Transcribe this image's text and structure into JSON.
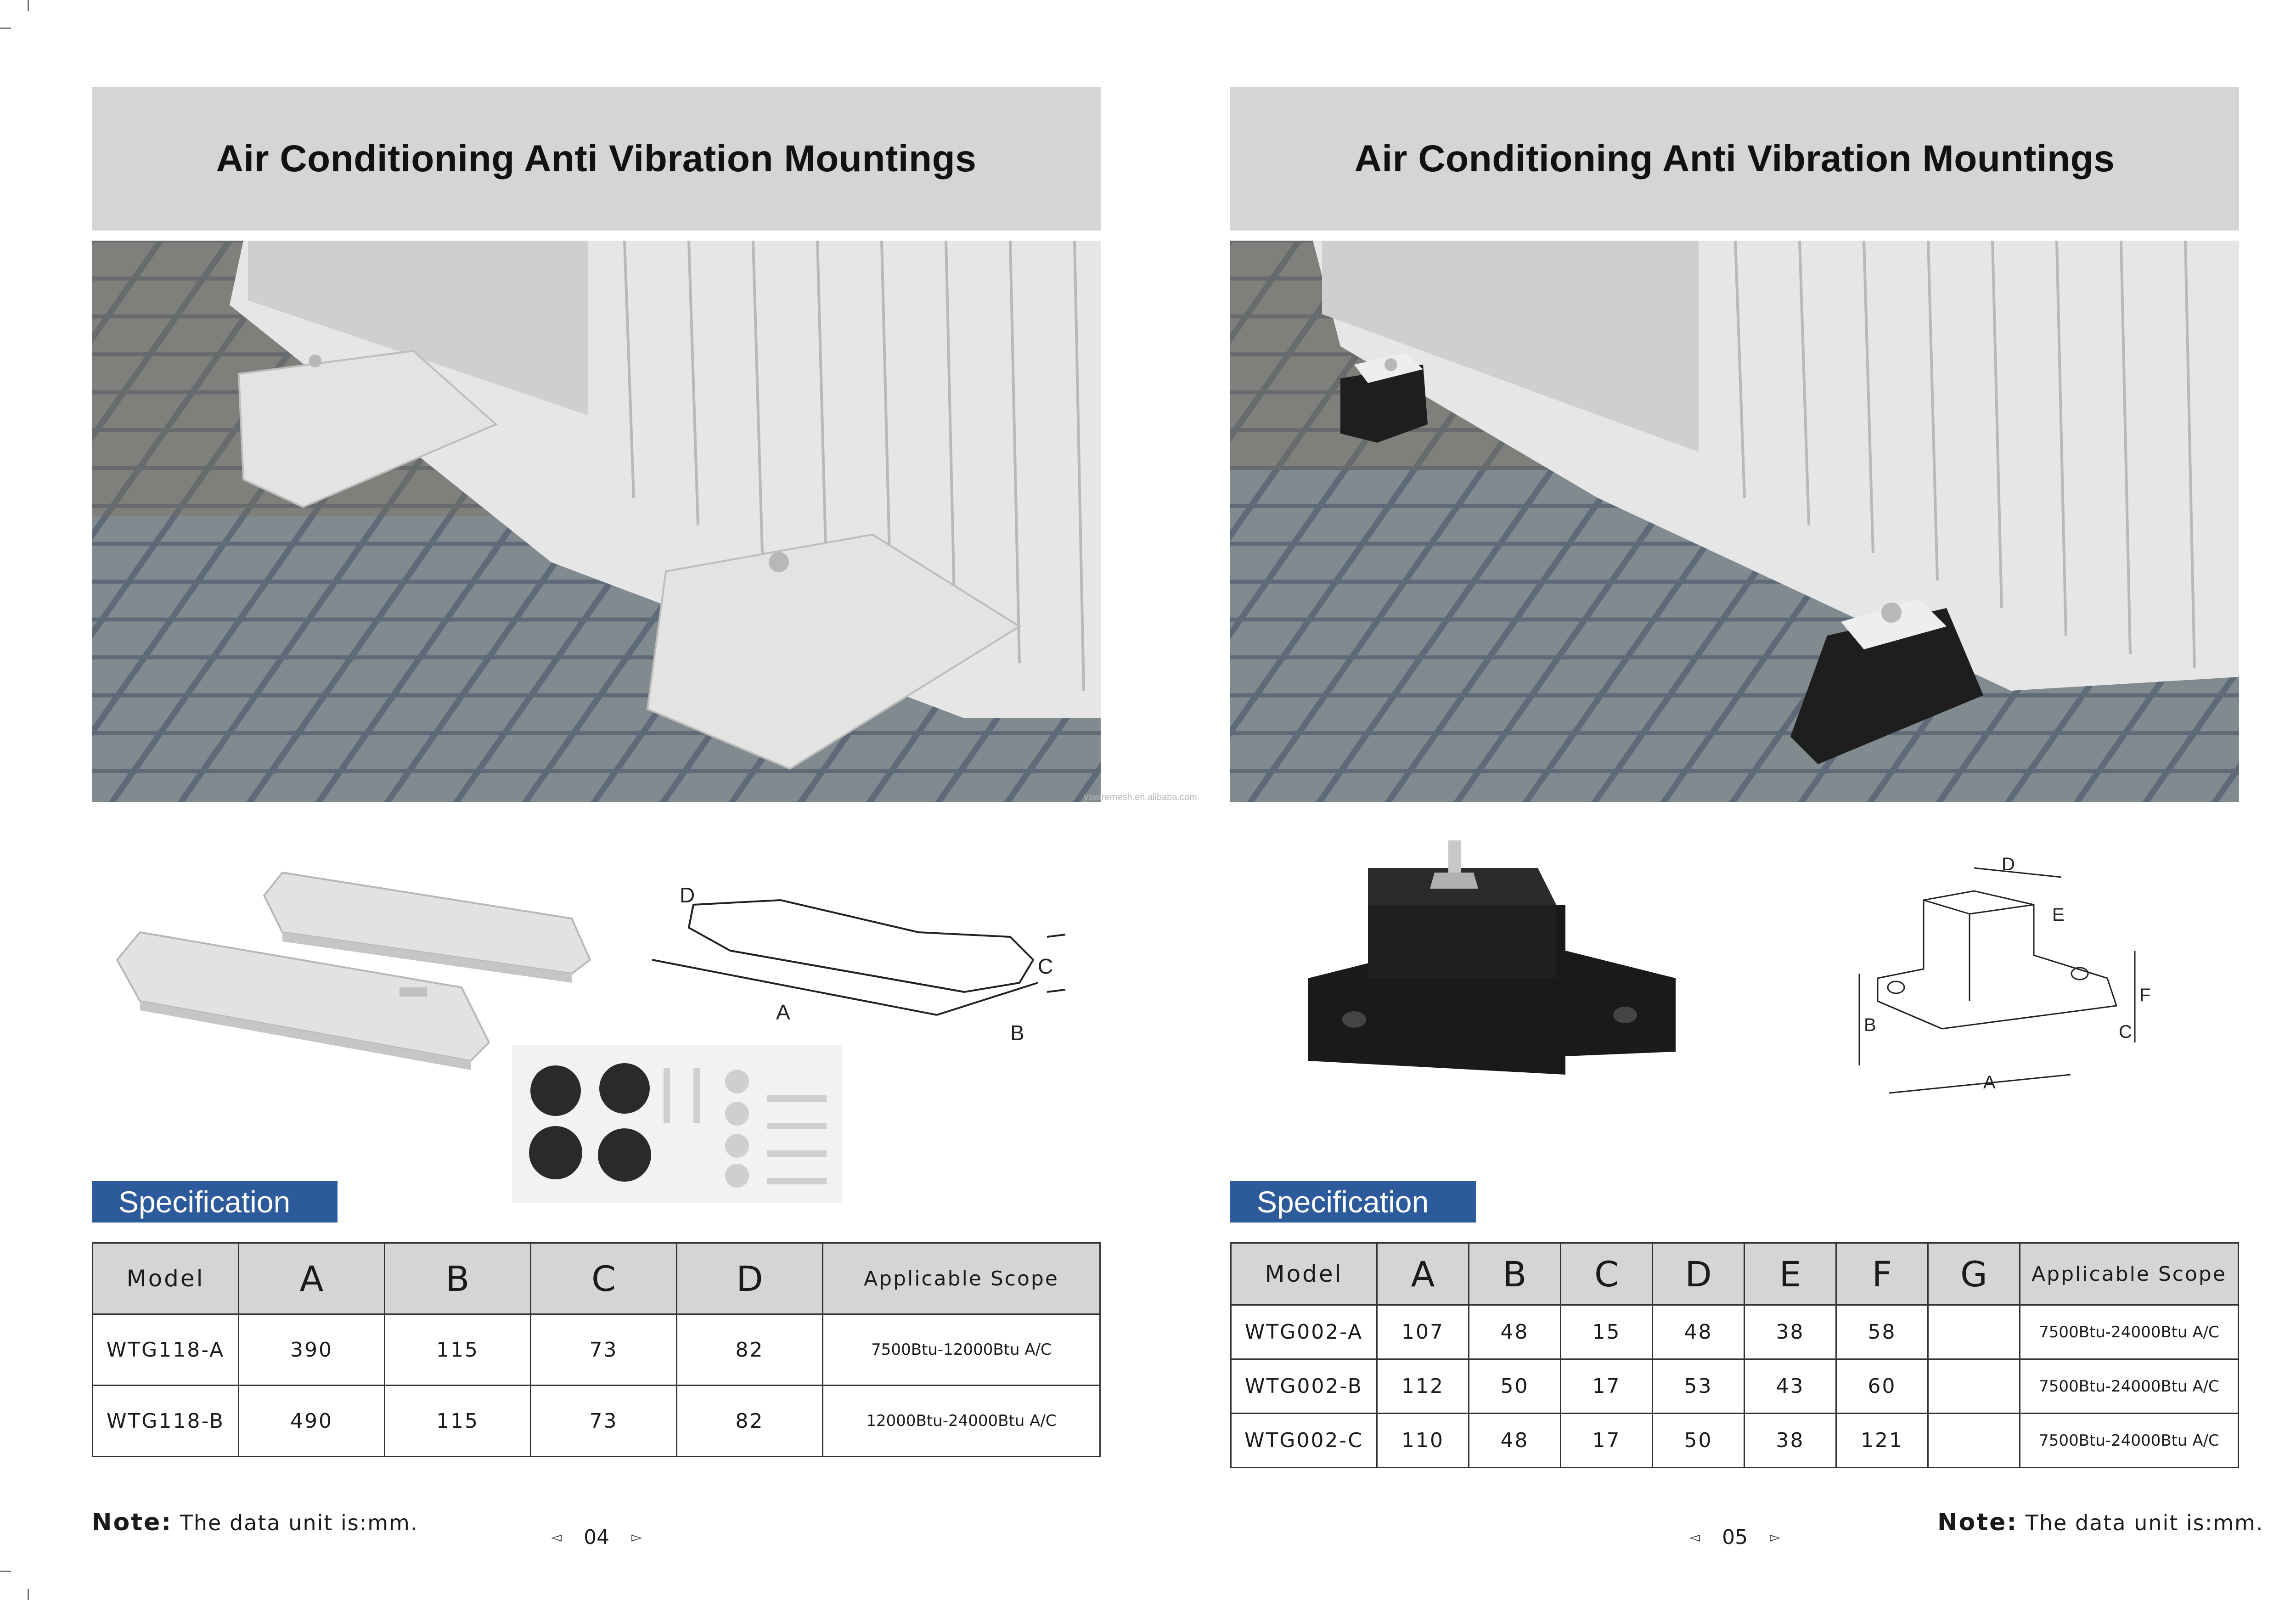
{
  "left_page": {
    "title": "Air Conditioning Anti Vibration Mountings",
    "spec_label": "Specification",
    "table": {
      "headers": [
        "Model",
        "A",
        "B",
        "C",
        "D",
        "Applicable Scope"
      ],
      "rows": [
        [
          "WTG118-A",
          "390",
          "115",
          "73",
          "82",
          "7500Btu-12000Btu A/C"
        ],
        [
          "WTG118-B",
          "490",
          "115",
          "73",
          "82",
          "12000Btu-24000Btu A/C"
        ]
      ]
    },
    "note_label": "Note:",
    "note_text": "The data unit is:mm.",
    "page_number": "04",
    "diagram_labels": {
      "a": "A",
      "b": "B",
      "c": "C",
      "d": "D"
    }
  },
  "right_page": {
    "title": "Air Conditioning Anti Vibration Mountings",
    "spec_label": "Specification",
    "table": {
      "headers": [
        "Model",
        "A",
        "B",
        "C",
        "D",
        "E",
        "F",
        "G",
        "Applicable Scope"
      ],
      "rows": [
        [
          "WTG002-A",
          "107",
          "48",
          "15",
          "48",
          "38",
          "58",
          "",
          "7500Btu-24000Btu A/C"
        ],
        [
          "WTG002-B",
          "112",
          "50",
          "17",
          "53",
          "43",
          "60",
          "",
          "7500Btu-24000Btu A/C"
        ],
        [
          "WTG002-C",
          "110",
          "48",
          "17",
          "50",
          "38",
          "121",
          "",
          "7500Btu-24000Btu A/C"
        ]
      ]
    },
    "note_label": "Note:",
    "note_text": "The data unit is:mm.",
    "page_number": "05",
    "diagram_labels": {
      "a": "A",
      "b": "B",
      "c": "C",
      "d": "D",
      "e": "E",
      "f": "F"
    }
  },
  "watermark": "yswiremesh.en.alibaba.com",
  "arrows": {
    "prev": "◅",
    "next": "▻"
  },
  "colors": {
    "spec_tab": "#2d5a9b",
    "title_bar": "#d5d5d5",
    "header_bg": "#d5d5d5",
    "rubber": "#1e1e1e",
    "plastic": "#e2e2e0"
  }
}
